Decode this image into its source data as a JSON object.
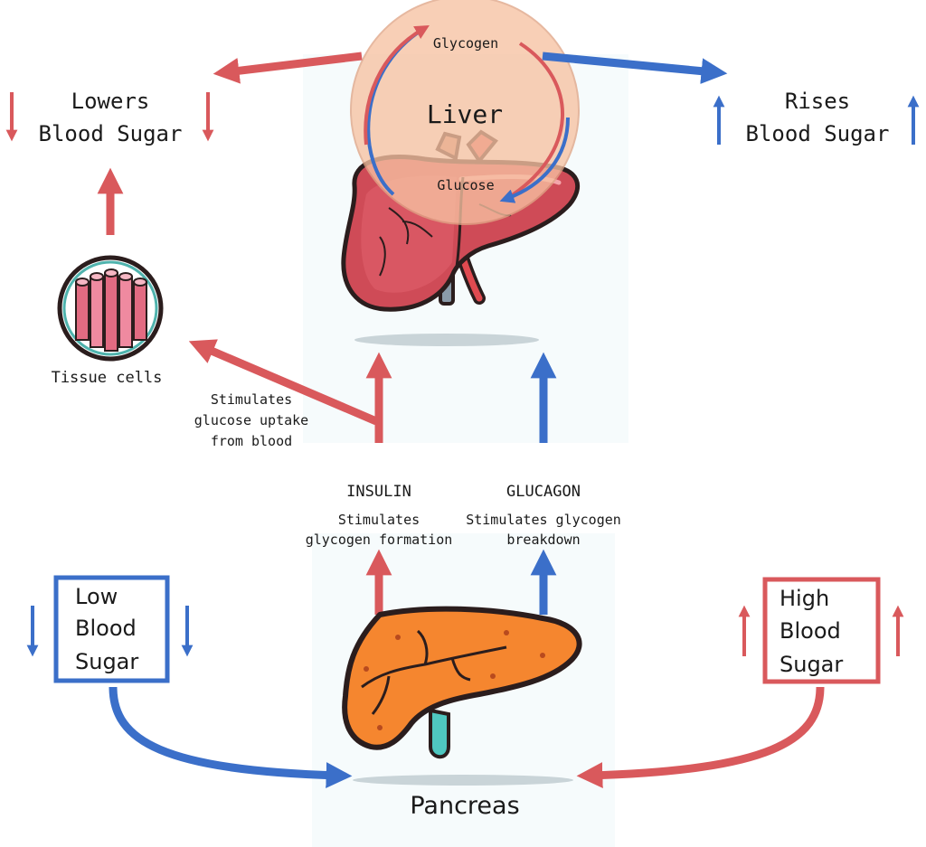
{
  "colors": {
    "red": "#d9595c",
    "blue": "#3b6fc9",
    "liver_circle": "#f7c2a2",
    "pancreas_orange": "#f5862f",
    "outline": "#2b1d1d"
  },
  "icons": [
    "liver-icon",
    "pancreas-icon",
    "tissue-cells-icon",
    "arrow-up-icon",
    "arrow-down-icon"
  ],
  "liver": {
    "label": "Liver",
    "glycogen": "Glycogen",
    "glucose": "Glucose"
  },
  "top_left": {
    "line1": "Lowers",
    "line2": "Blood Sugar"
  },
  "top_right": {
    "line1": "Rises",
    "line2": "Blood Sugar"
  },
  "tissue": {
    "label": "Tissue cells",
    "uptake_line1": "Stimulates",
    "uptake_line2": "glucose uptake",
    "uptake_line3": "from blood"
  },
  "insulin": {
    "title": "INSULIN",
    "desc_line1": "Stimulates",
    "desc_line2": "glycogen formation"
  },
  "glucagon": {
    "title": "GLUCAGON",
    "desc_line1": "Stimulates glycogen",
    "desc_line2": "breakdown"
  },
  "low_box": {
    "line1": "Low",
    "line2": "Blood",
    "line3": "Sugar"
  },
  "high_box": {
    "line1": "High",
    "line2": "Blood",
    "line3": "Sugar"
  },
  "pancreas": {
    "label": "Pancreas"
  }
}
